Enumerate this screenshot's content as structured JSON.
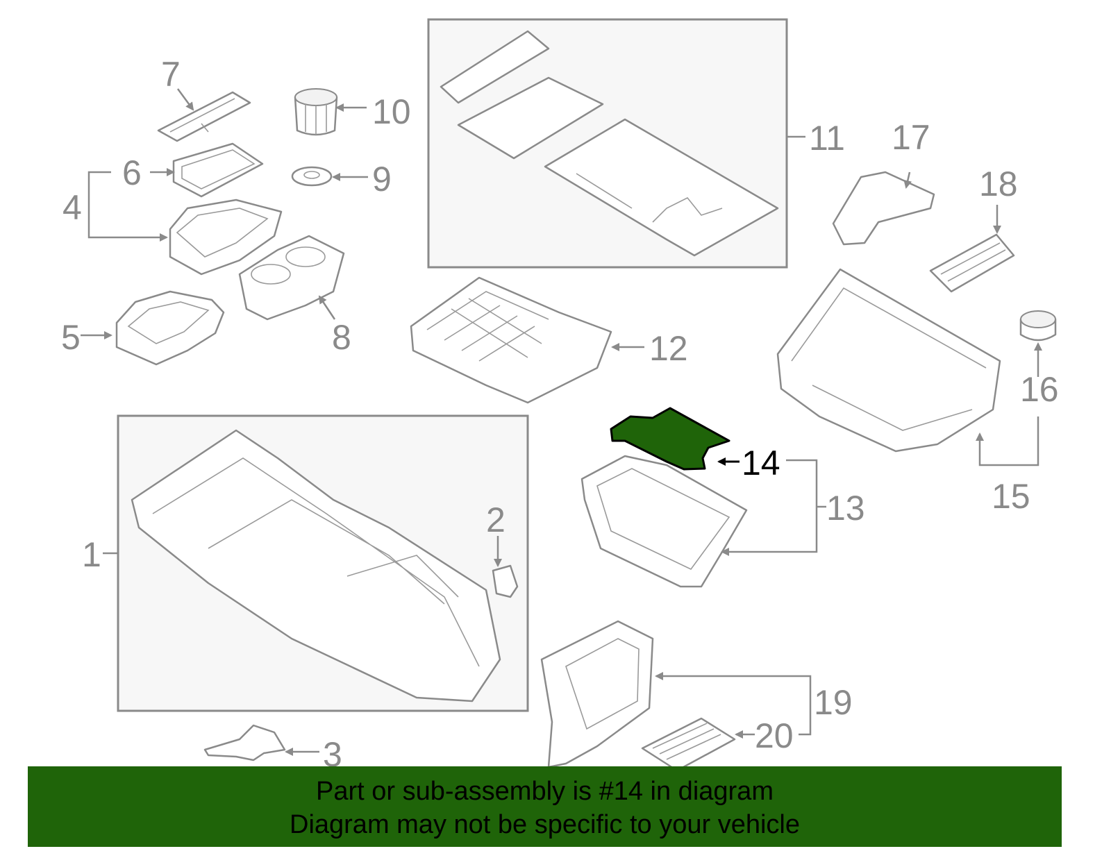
{
  "diagram": {
    "callouts": [
      "1",
      "2",
      "3",
      "4",
      "5",
      "6",
      "7",
      "8",
      "9",
      "10",
      "11",
      "12",
      "13",
      "14",
      "15",
      "16",
      "17",
      "18",
      "19",
      "20"
    ],
    "highlighted_callout": "14",
    "highlight_color": "#1f6409",
    "line_color": "#8a8a8a"
  },
  "banner": {
    "line1": "Part or sub-assembly is #14 in diagram",
    "line2": "Diagram may not be specific to your vehicle",
    "background": "#1f6409"
  }
}
